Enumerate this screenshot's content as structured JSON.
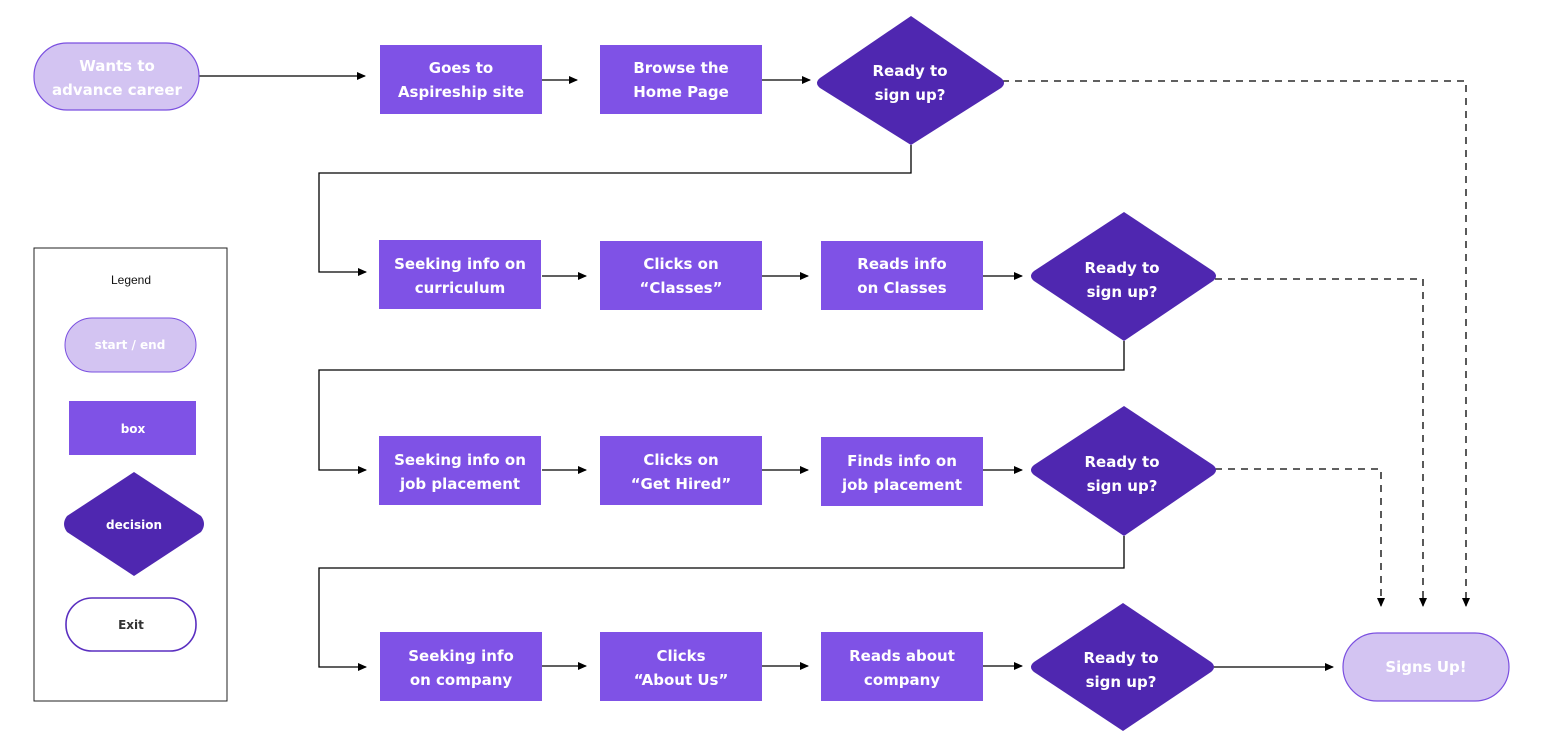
{
  "colors": {
    "terminal_fill": "#d3c4f2",
    "terminal_stroke": "#7a4fe0",
    "box_fill": "#7f52e6",
    "decision_fill": "#4f27b0",
    "exit_fill": "#ffffff",
    "exit_stroke": "#5a2fc0",
    "line": "#000000"
  },
  "start": {
    "lines": [
      "Wants to",
      "advance career"
    ]
  },
  "end": {
    "lines": [
      "Signs Up!"
    ]
  },
  "rows": [
    {
      "boxes": [
        {
          "lines": [
            "Goes to",
            "Aspireship site"
          ]
        },
        {
          "lines": [
            "Browse the",
            "Home Page"
          ]
        }
      ],
      "decision": {
        "lines": [
          "Ready to",
          "sign up?"
        ]
      }
    },
    {
      "boxes": [
        {
          "lines": [
            "Seeking info on",
            "curriculum"
          ]
        },
        {
          "lines": [
            "Clicks on",
            "“Classes”"
          ]
        },
        {
          "lines": [
            "Reads info",
            "on Classes"
          ]
        }
      ],
      "decision": {
        "lines": [
          "Ready to",
          "sign up?"
        ]
      }
    },
    {
      "boxes": [
        {
          "lines": [
            "Seeking info on",
            "job placement"
          ]
        },
        {
          "lines": [
            "Clicks on",
            "“Get Hired”"
          ]
        },
        {
          "lines": [
            "Finds info on",
            "job placement"
          ]
        }
      ],
      "decision": {
        "lines": [
          "Ready to",
          "sign up?"
        ]
      }
    },
    {
      "boxes": [
        {
          "lines": [
            "Seeking info",
            "on company"
          ]
        },
        {
          "lines": [
            "Clicks",
            "“About Us”"
          ]
        },
        {
          "lines": [
            "Reads about",
            "company"
          ]
        }
      ],
      "decision": {
        "lines": [
          "Ready to",
          "sign up?"
        ]
      }
    }
  ],
  "legend": {
    "title": "Legend",
    "start_end": "start / end",
    "box": "box",
    "decision": "decision",
    "exit": "Exit"
  }
}
